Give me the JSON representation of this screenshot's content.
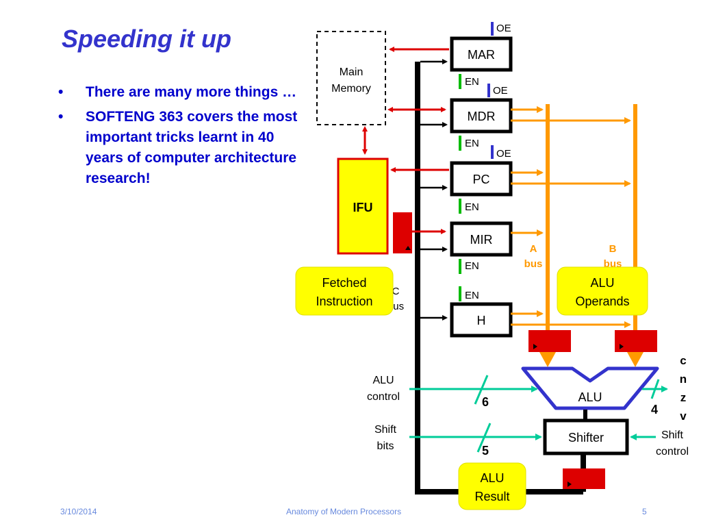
{
  "slide": {
    "title": "Speeding it up",
    "bullets": [
      "There are many more things …",
      "SOFTENG 363 covers the most important tricks learnt in 40 years of computer architecture research!"
    ],
    "bullet_symbol": "•"
  },
  "footer": {
    "date": "3/10/2014",
    "course": "Anatomy of Modern Processors",
    "page": "5"
  },
  "diagram": {
    "main_memory": "Main Memory",
    "ifu": "IFU",
    "registers": [
      "MAR",
      "MDR",
      "PC",
      "MIR",
      "H"
    ],
    "oe_label": "OE",
    "en_label": "EN",
    "a_bus": "A bus",
    "b_bus": "B bus",
    "c_bus": "C bus",
    "fetched_instruction": "Fetched Instruction",
    "alu_operands": "ALU Operands",
    "alu": "ALU",
    "shifter": "Shifter",
    "alu_control": "ALU control",
    "alu_control_width": "6",
    "shift_bits": "Shift bits",
    "shift_bits_width": "5",
    "shift_control": "Shift control",
    "flags": [
      "c",
      "n",
      "z",
      "v"
    ],
    "flags_width": "4",
    "alu_result": "ALU Result"
  },
  "colors": {
    "title": "#3333cc",
    "bullet_text": "#0000cc",
    "footer": "#6688dd",
    "red": "#dd0000",
    "orange": "#ff9900",
    "teal": "#00cc99",
    "green": "#00bb00",
    "blue": "#3333cc",
    "yellow": "#ffff00"
  }
}
